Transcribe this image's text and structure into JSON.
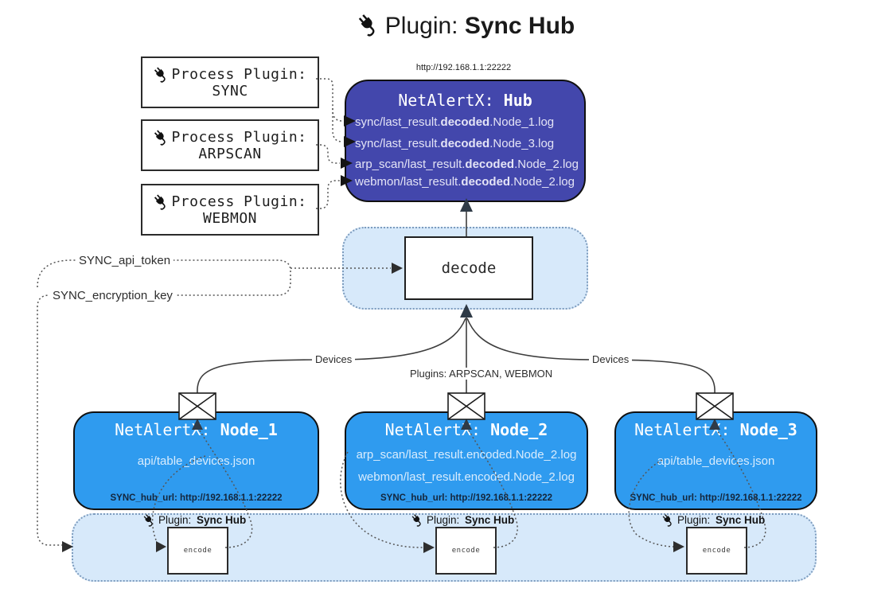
{
  "title": {
    "prefix": "Plugin: ",
    "name": "Sync Hub"
  },
  "icons": {
    "plug": "plug-icon",
    "envelope": "envelope-icon"
  },
  "colors": {
    "hub_fill": "#4347ac",
    "node_fill": "#2f9bef",
    "panel_fill": "#d7e9fa",
    "panel_border": "#7d9cbe",
    "line": "#3d3d3d",
    "dotted": "#555555"
  },
  "process_plugins": [
    {
      "label": "Process Plugin:",
      "name": "SYNC"
    },
    {
      "label": "Process Plugin:",
      "name": "ARPSCAN"
    },
    {
      "label": "Process Plugin:",
      "name": "WEBMON"
    }
  ],
  "hub": {
    "url": "http://192.168.1.1:22222",
    "title_prefix": "NetAlertX: ",
    "title_name": "Hub",
    "logs": [
      {
        "pre": "sync/last_result.",
        "bold": "decoded",
        "post": ".Node_1.log"
      },
      {
        "pre": "sync/last_result.",
        "bold": "decoded",
        "post": ".Node_3.log"
      },
      {
        "pre": "arp_scan/last_result.",
        "bold": "decoded",
        "post": ".Node_2.log"
      },
      {
        "pre": "webmon/last_result.",
        "bold": "decoded",
        "post": ".Node_2.log"
      }
    ]
  },
  "decode_box": {
    "label": "decode"
  },
  "secrets": {
    "api_token": "SYNC_api_token",
    "encryption_key": "SYNC_encryption_key"
  },
  "edges": {
    "devices_left": "Devices",
    "devices_right": "Devices",
    "middle": "Plugins: ARPSCAN, WEBMON"
  },
  "nodes": [
    {
      "title_prefix": "NetAlertX: ",
      "title_name": "Node_1",
      "lines": [
        "api/table_devices.json"
      ],
      "hub_url": "SYNC_hub_url: http://192.168.1.1:22222"
    },
    {
      "title_prefix": "NetAlertX: ",
      "title_name": "Node_2",
      "lines": [
        "arp_scan/last_result.encoded.Node_2.log",
        "webmon/last_result.encoded.Node_2.log"
      ],
      "hub_url": "SYNC_hub_url: http://192.168.1.1:22222"
    },
    {
      "title_prefix": "NetAlertX: ",
      "title_name": "Node_3",
      "lines": [
        "api/table_devices.json"
      ],
      "hub_url": "SYNC_hub_url: http://192.168.1.1:22222"
    }
  ],
  "encoders": [
    {
      "label_prefix": "Plugin: ",
      "label_name": "Sync Hub",
      "box_label": "encode"
    },
    {
      "label_prefix": "Plugin: ",
      "label_name": "Sync Hub",
      "box_label": "encode"
    },
    {
      "label_prefix": "Plugin: ",
      "label_name": "Sync Hub",
      "box_label": "encode"
    }
  ]
}
